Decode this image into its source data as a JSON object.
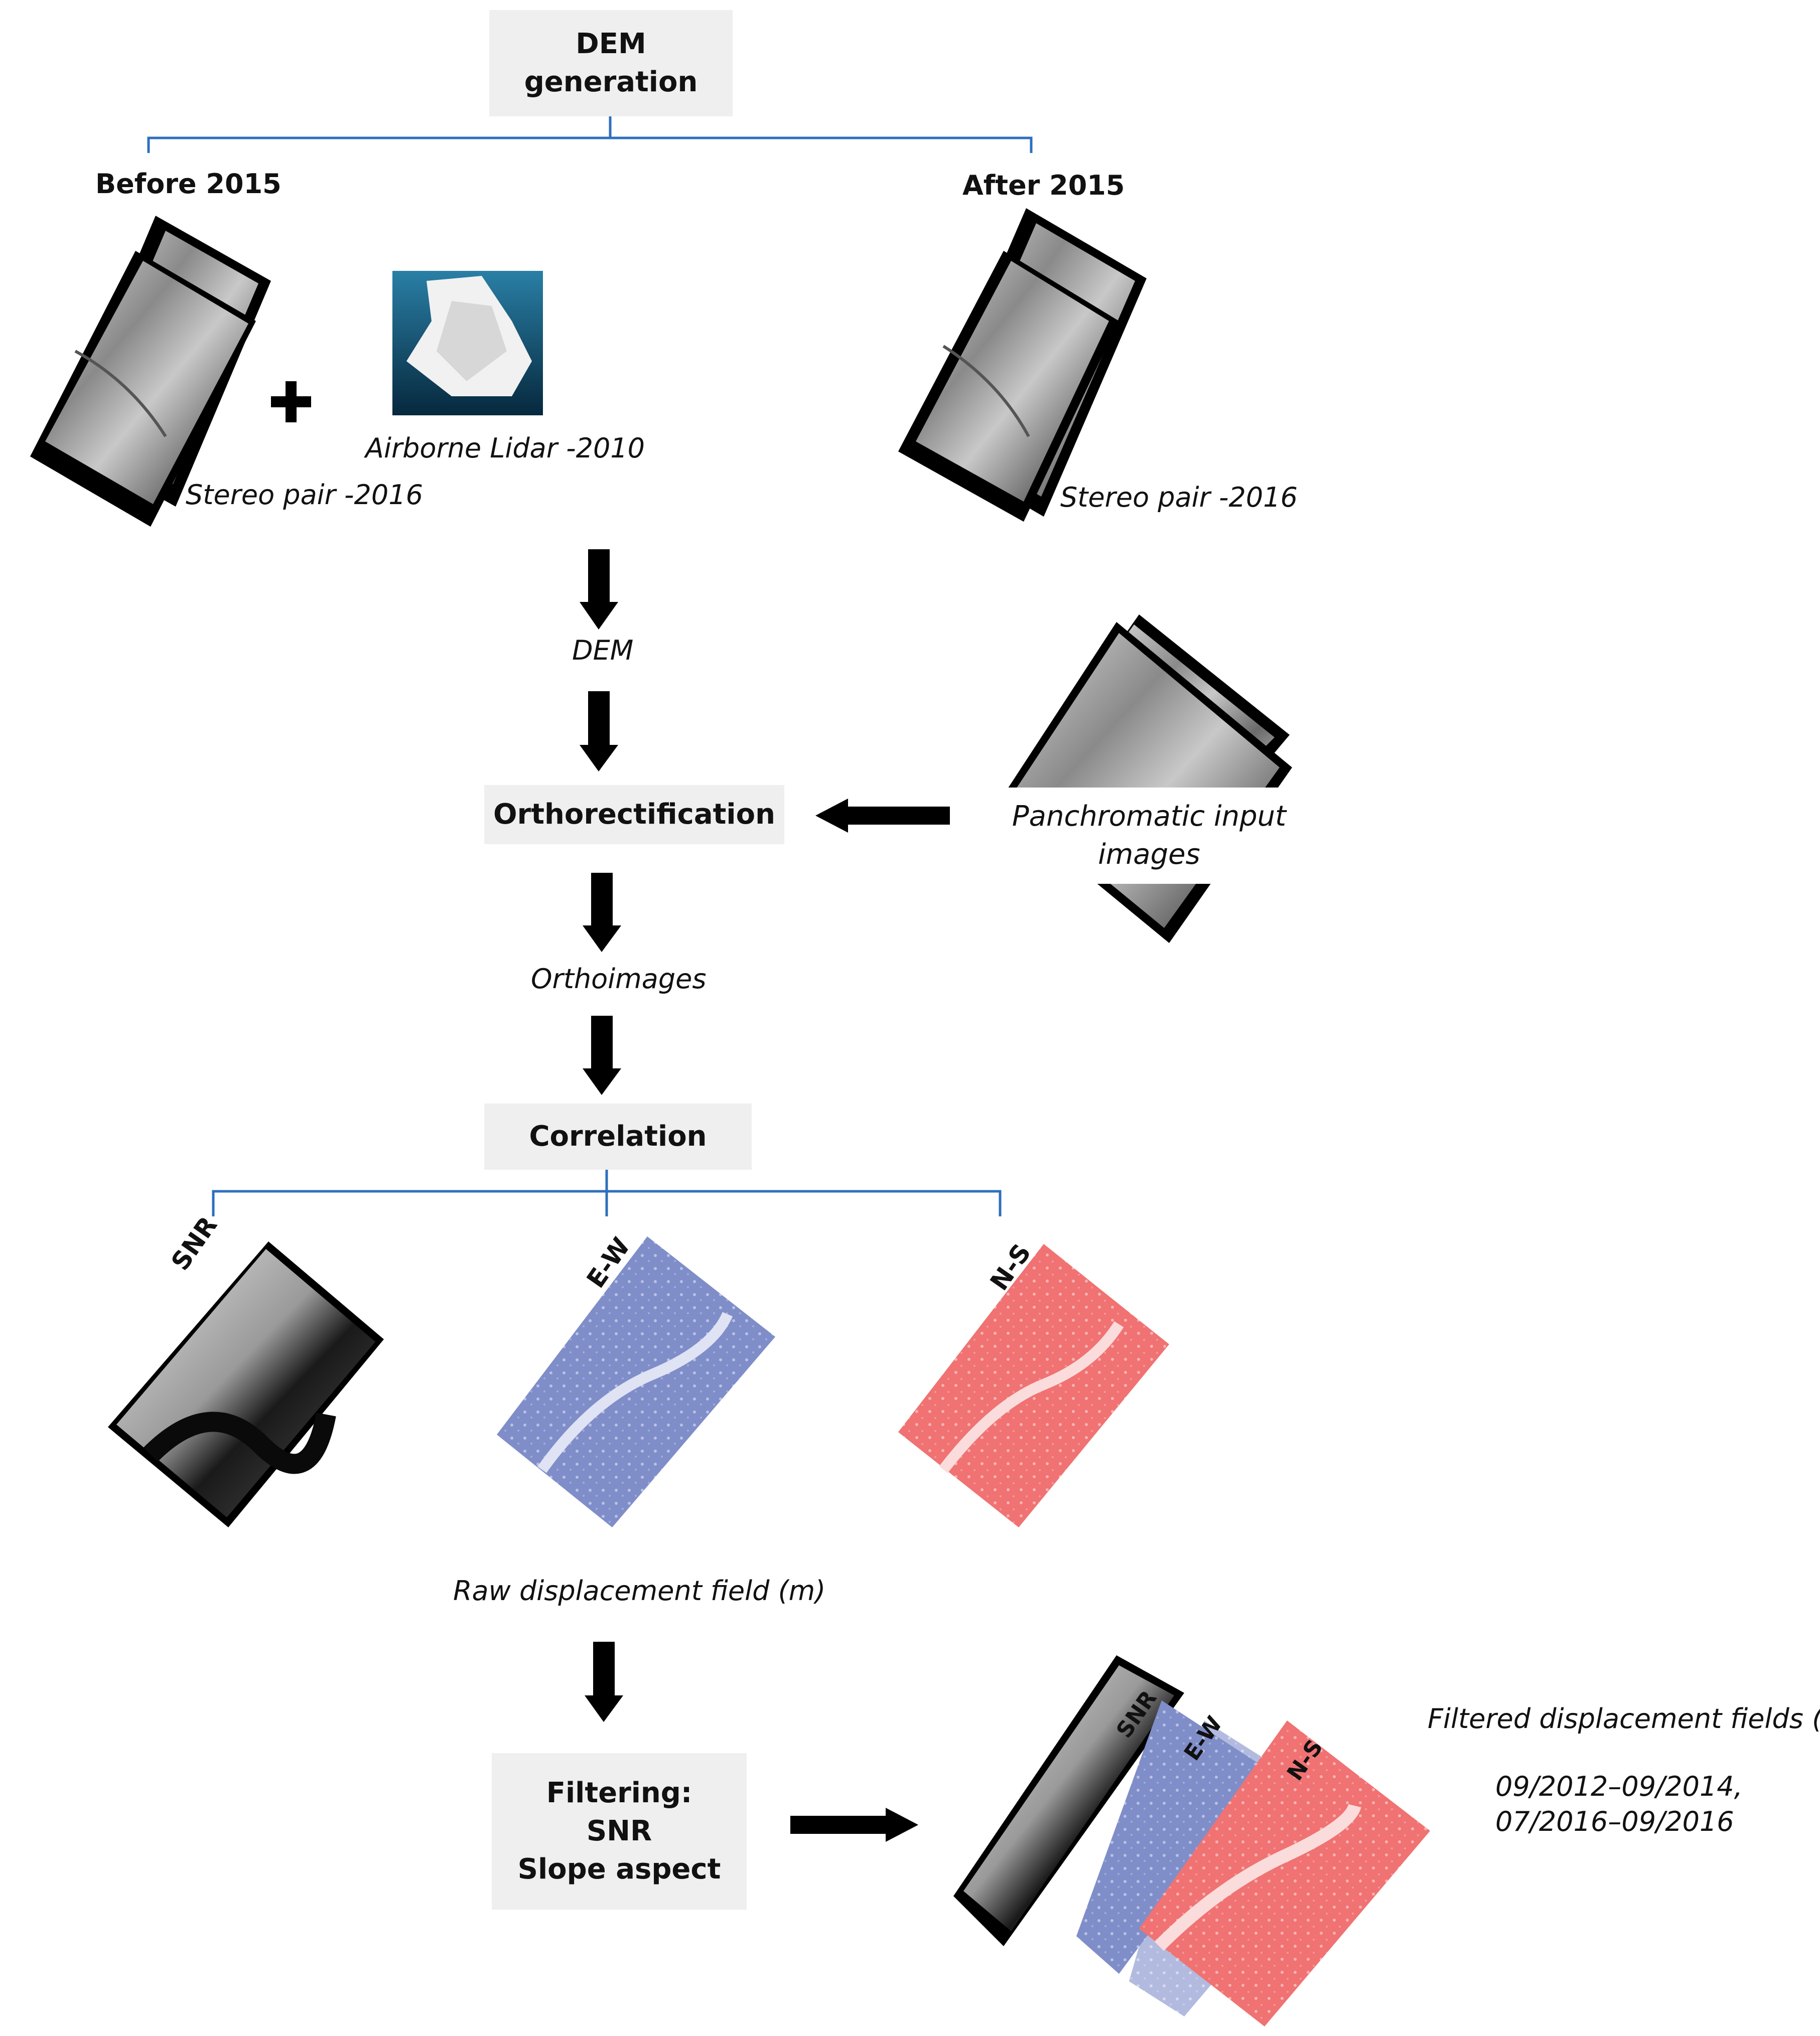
{
  "steps": {
    "dem_generation": [
      "DEM",
      "generation"
    ],
    "orthorectification": "Orthorectification",
    "correlation": "Correlation",
    "filtering": [
      "Filtering:",
      "SNR",
      "Slope aspect"
    ]
  },
  "branches": {
    "before": "Before 2015",
    "after": "After 2015"
  },
  "inputs": {
    "stereo_before": "Stereo pair -2016",
    "lidar": "Airborne Lidar -2010",
    "stereo_after": "Stereo pair -2016",
    "panchromatic": [
      "Panchromatic input",
      "images"
    ]
  },
  "products": {
    "dem": "DEM",
    "orthoimages": "Orthoimages",
    "raw_field": "Raw displacement field (m)"
  },
  "components": {
    "snr": "SNR",
    "ew": "E-W",
    "ns": "N-S"
  },
  "filtered": {
    "title": "Filtered displacement fields (m) :",
    "periods": [
      "09/2012–09/2014,",
      "07/2016–09/2016"
    ]
  },
  "colors": {
    "bracket": "#2e6fbd",
    "arrow": "#000000",
    "box_fill": "#efefef",
    "ew_layer": "#7f8ec9",
    "ns_layer": "#f07272"
  }
}
